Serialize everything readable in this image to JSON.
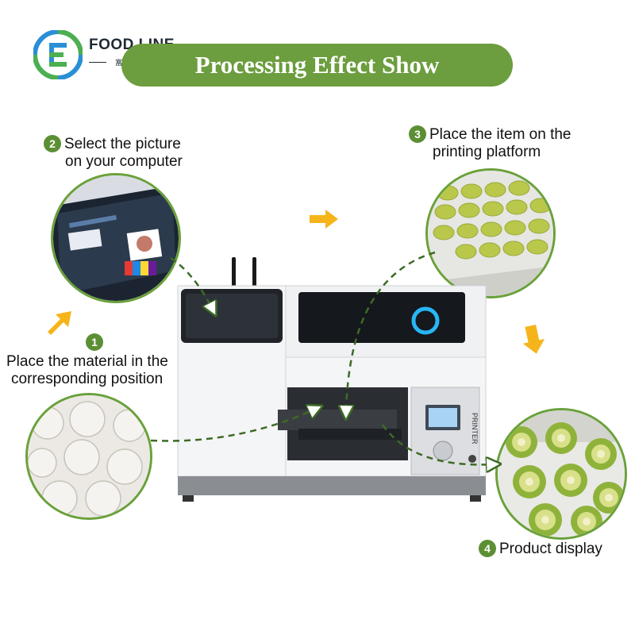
{
  "logo": {
    "brand": "FOOD LINE",
    "subtitle": "富莱机械"
  },
  "title": "Processing Effect Show",
  "steps": {
    "s1": {
      "number": "1",
      "line1": "Place the material in the",
      "line2": "corresponding position"
    },
    "s2": {
      "number": "2",
      "line1": "Select the picture",
      "line2": "on your computer"
    },
    "s3": {
      "number": "3",
      "line1": "Place the item on the",
      "line2": "printing platform"
    },
    "s4": {
      "number": "4",
      "line1": "Product display"
    }
  },
  "printer": {
    "panel_label": "PRINTER"
  },
  "colors": {
    "accent_green": "#6c9d3e",
    "arrow_orange": "#f5b51a",
    "cookie_green": "#b9c84a"
  }
}
